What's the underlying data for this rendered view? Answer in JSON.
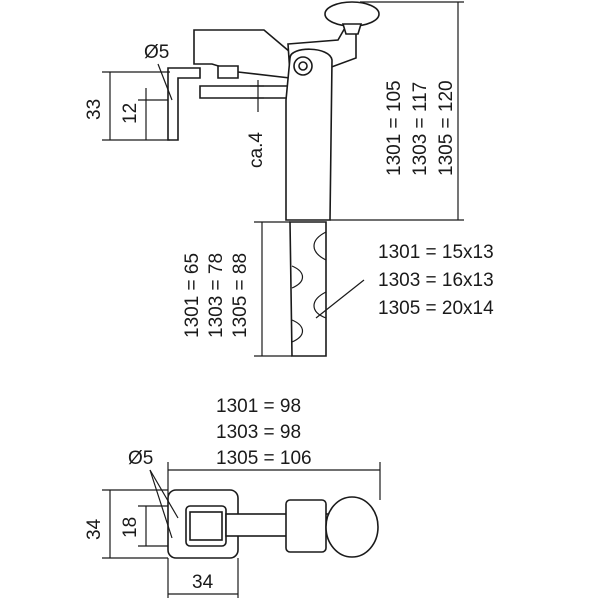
{
  "side_view": {
    "dia_label": "Ø5",
    "dim_33": "33",
    "dim_12": "12",
    "dim_ca4": "ca.4",
    "height_1301": "1301 = 105",
    "height_1303": "1303 = 117",
    "height_1305": "1305 = 120",
    "lower_1301": "1301 = 65",
    "lower_1303": "1303 = 78",
    "lower_1305": "1305 = 88",
    "profile_1301": "1301 = 15x13",
    "profile_1303": "1303 = 16x13",
    "profile_1305": "1305 = 20x14"
  },
  "top_view": {
    "length_1301": "1301 =  98",
    "length_1303": "1303 =  98",
    "length_1305": "1305 = 106",
    "dia_label": "Ø5",
    "dim_34_vertical": "34",
    "dim_18": "18",
    "dim_34_horizontal": "34"
  }
}
